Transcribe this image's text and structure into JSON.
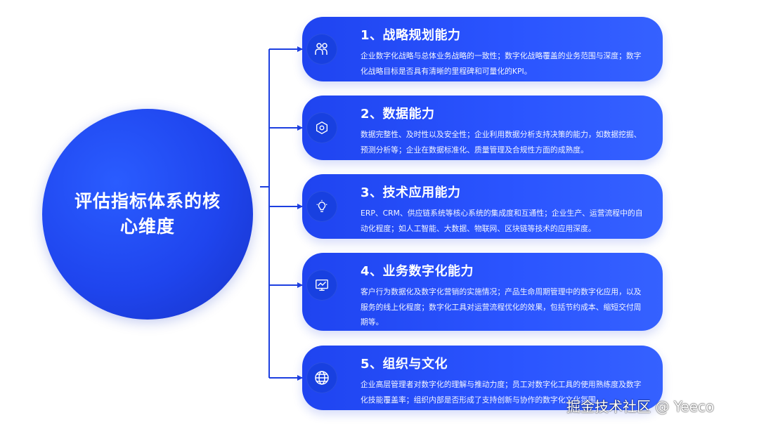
{
  "center": {
    "title": "评估指标体系的核心维度"
  },
  "colors": {
    "primary": "#1f44f0",
    "connector": "#1d3fe0"
  },
  "items": [
    {
      "title": "1、战略规划能力",
      "icon": "people-icon",
      "desc": "企业数字化战略与总体业务战略的一致性；数字化战略覆盖的业务范围与深度；数字化战略目标是否具有清晰的里程碑和可量化的KPI。"
    },
    {
      "title": "2、数据能力",
      "icon": "hexagon-gear-icon",
      "desc": "数据完整性、及时性以及安全性；企业利用数据分析支持决策的能力，如数据挖掘、预测分析等；企业在数据标准化、质量管理及合规性方面的成熟度。"
    },
    {
      "title": "3、技术应用能力",
      "icon": "lightbulb-icon",
      "desc": "ERP、CRM、供应链系统等核心系统的集成度和互通性；企业生产、运营流程中的自动化程度；如人工智能、大数据、物联网、区块链等技术的应用深度。"
    },
    {
      "title": "4、业务数字化能力",
      "icon": "monitor-chart-icon",
      "desc": "客户行为数据化及数字化营销的实施情况；产品生命周期管理中的数字化应用，以及服务的线上化程度；数字化工具对运营流程优化的效果，包括节约成本、缩短交付周期等。"
    },
    {
      "title": "5、组织与文化",
      "icon": "globe-icon",
      "desc": "企业高层管理者对数字化的理解与推动力度；员工对数字化工具的使用熟练度及数字化技能覆盖率；组织内部是否形成了支持创新与协作的数字化文化氛围。"
    }
  ],
  "watermark": "掘金技术社区 @ Yeeco"
}
